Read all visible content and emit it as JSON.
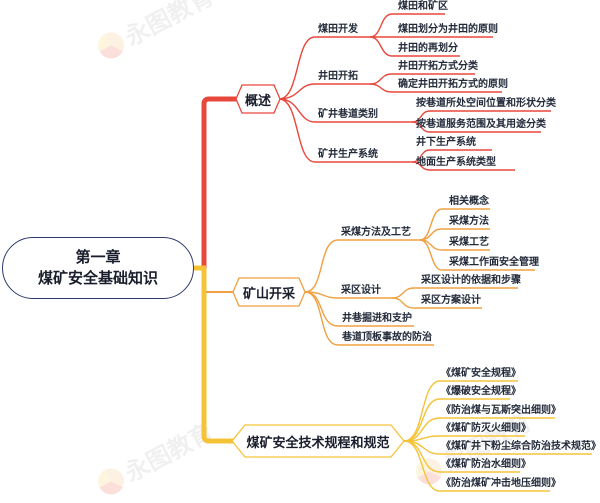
{
  "root": {
    "line1": "第一章",
    "line2": "煤矿安全基础知识"
  },
  "watermark": {
    "text": "永图教育"
  },
  "colors": {
    "branch1": "#e8473c",
    "branch2": "#f0a040",
    "branch3": "#f5c338",
    "root_border": "#2f3b6b",
    "text": "#1f2433"
  },
  "branches": [
    {
      "label": "概述",
      "color": "#e8473c",
      "children": [
        {
          "label": "煤田开发",
          "children": [
            "煤田和矿区",
            "煤田划分为井田的原则",
            "井田的再划分"
          ]
        },
        {
          "label": "井田开拓",
          "children": [
            "井田开拓方式分类",
            "确定井田开拓方式的原则"
          ]
        },
        {
          "label": "矿井巷道类别",
          "children": [
            "按巷道所处空间位置和形状分类",
            "按巷道服务范围及其用途分类"
          ]
        },
        {
          "label": "矿井生产系统",
          "children": [
            "井下生产系统",
            "地面生产系统类型"
          ]
        }
      ]
    },
    {
      "label": "矿山开采",
      "color": "#f0a040",
      "children": [
        {
          "label": "采煤方法及工艺",
          "children": [
            "相关概念",
            "采煤方法",
            "采煤工艺",
            "采煤工作面安全管理"
          ]
        },
        {
          "label": "采区设计",
          "children": [
            "采区设计的依据和步骤",
            "采区方案设计"
          ]
        },
        {
          "label": "井巷掘进和支护",
          "children": []
        },
        {
          "label": "巷道顶板事故的防治",
          "children": []
        }
      ]
    },
    {
      "label": "煤矿安全技术规程和规范",
      "color": "#f5c338",
      "children": [
        {
          "label": "《煤矿安全规程》"
        },
        {
          "label": "《爆破安全规程》"
        },
        {
          "label": "《防治煤与瓦斯突出细则》"
        },
        {
          "label": "《煤矿防灭火细则》"
        },
        {
          "label": "《煤矿井下粉尘综合防治技术规范》"
        },
        {
          "label": "《煤矿防治水细则》"
        },
        {
          "label": "《防治煤矿冲击地压细则》"
        }
      ]
    }
  ]
}
